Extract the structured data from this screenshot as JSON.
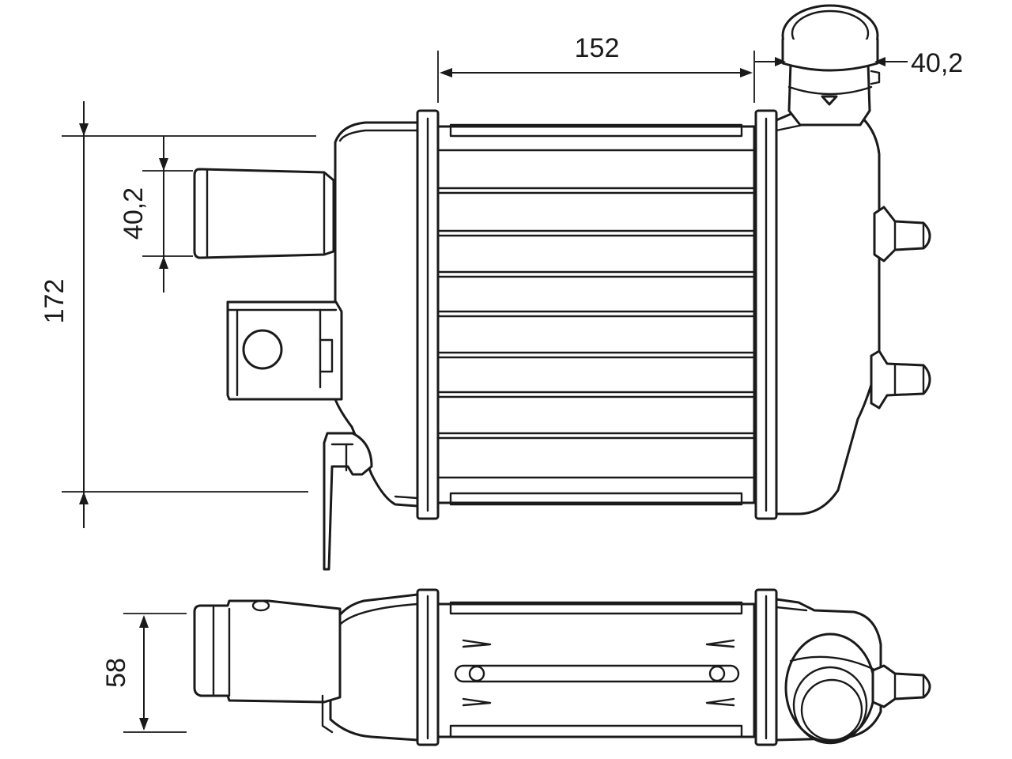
{
  "dimensions": {
    "core_width": "152",
    "outlet_diameter": "40,2",
    "inlet_diameter": "40,2",
    "total_height": "172",
    "depth": "58"
  },
  "colors": {
    "line": "#1a1a1a",
    "background": "#ffffff"
  }
}
